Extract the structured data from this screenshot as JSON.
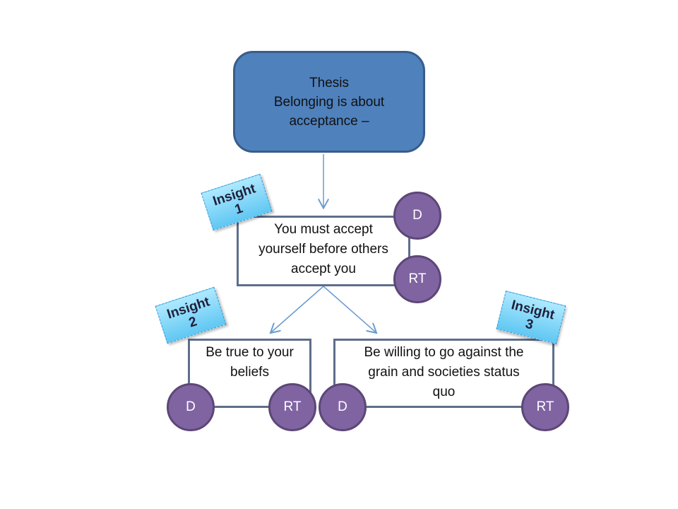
{
  "thesis": {
    "line1": "Thesis",
    "line2": "Belonging is about",
    "line3": "acceptance –"
  },
  "insights": [
    {
      "word": "Insight",
      "number": "1"
    },
    {
      "word": "Insight",
      "number": "2"
    },
    {
      "word": "Insight",
      "number": "3"
    }
  ],
  "boxes": [
    {
      "lines": [
        "You must accept",
        "yourself before others",
        "accept you"
      ]
    },
    {
      "lines": [
        "Be true to your",
        "beliefs"
      ]
    },
    {
      "lines": [
        "Be willing to go against the",
        "grain and societies status",
        "quo"
      ]
    }
  ],
  "circles": {
    "box1_d": "D",
    "box1_rt": "RT",
    "box2_d": "D",
    "box2_rt": "RT",
    "box3_d": "D",
    "box3_rt": "RT"
  },
  "colors": {
    "thesis_fill": "#4f81bd",
    "circle_fill": "#8064a2",
    "insight_fill": "#7fd4f7",
    "connector": "#6a9bd0"
  }
}
